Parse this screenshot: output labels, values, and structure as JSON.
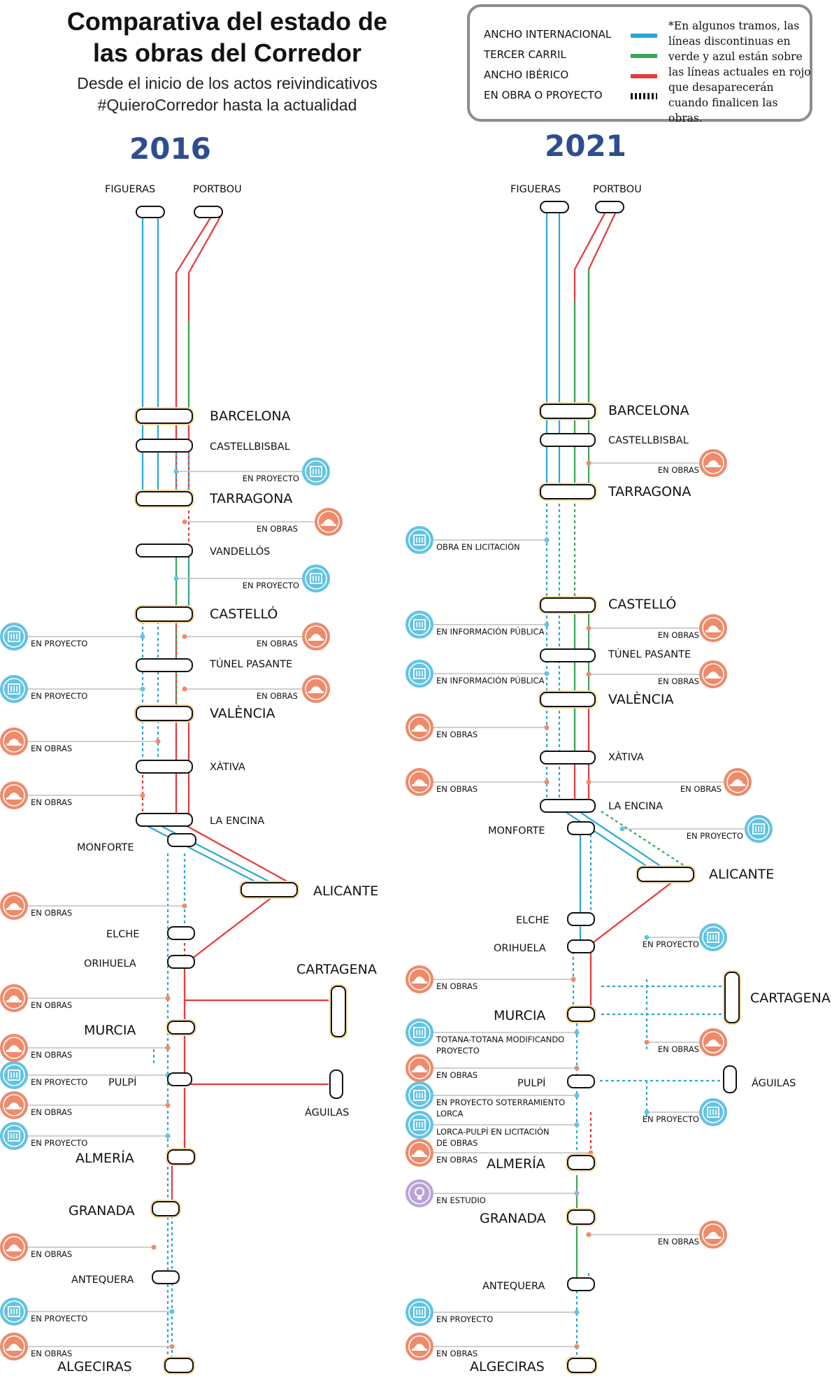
{
  "header": {
    "title_line1": "Comparativa del estado de",
    "title_line2": "las obras del Corredor",
    "subtitle_line1": "Desde el inicio de los actos reivindicativos",
    "subtitle_line2": "#QuieroCorredor hasta la actualidad"
  },
  "legend": {
    "items": [
      {
        "label": "ANCHO INTERNACIONAL",
        "color": "#2aa7d7",
        "style": "solid"
      },
      {
        "label": "TERCER CARRIL",
        "color": "#3aa655",
        "style": "solid"
      },
      {
        "label": "ANCHO IBÉRICO",
        "color": "#e5393b",
        "style": "solid"
      },
      {
        "label": "EN OBRA O PROYECTO",
        "color": "#111111",
        "style": "dashed"
      }
    ],
    "note": "*En algunos tramos, las líneas discontinuas en verde y azul están sobre las líneas actuales en rojo que desaparecerán cuando finalicen las obras."
  },
  "colors": {
    "international": "#2aa7d7",
    "third_rail": "#3aa655",
    "iberian": "#e5393b",
    "obras_badge": "#ef8a6a",
    "proyecto_badge": "#63c3e3",
    "estudio_badge": "#b9a3d6",
    "year": "#2e4d8f"
  },
  "diagram_2016": {
    "year": "2016",
    "stations": [
      "FIGUERAS",
      "PORTBOU",
      "BARCELONA",
      "CASTELLBISBAL",
      "TARRAGONA",
      "VANDELLÓS",
      "CASTELLÓ",
      "TÚNEL PASANTE",
      "VALÈNCIA",
      "XÀTIVA",
      "LA ENCINA",
      "MONFORTE",
      "ALICANTE",
      "ELCHE",
      "ORIHUELA",
      "CARTAGENA",
      "MURCIA",
      "PULPÍ",
      "ÁGUILAS",
      "ALMERÍA",
      "GRANADA",
      "ANTEQUERA",
      "ALGECIRAS"
    ],
    "statuses": [
      {
        "text": "EN PROYECTO",
        "badge": "proyecto"
      },
      {
        "text": "EN OBRAS",
        "badge": "obras"
      },
      {
        "text": "EN PROYECTO",
        "badge": "proyecto"
      },
      {
        "text": "EN PROYECTO",
        "badge": "proyecto"
      },
      {
        "text": "EN OBRAS",
        "badge": "obras"
      },
      {
        "text": "EN PROYECTO",
        "badge": "proyecto"
      },
      {
        "text": "EN OBRAS",
        "badge": "obras"
      },
      {
        "text": "EN OBRAS",
        "badge": "obras"
      },
      {
        "text": "EN OBRAS",
        "badge": "obras"
      },
      {
        "text": "EN OBRAS",
        "badge": "obras"
      },
      {
        "text": "EN OBRAS",
        "badge": "obras"
      },
      {
        "text": "EN OBRAS",
        "badge": "obras"
      },
      {
        "text": "EN PROYECTO",
        "badge": "proyecto"
      },
      {
        "text": "EN OBRAS",
        "badge": "obras"
      },
      {
        "text": "EN PROYECTO",
        "badge": "proyecto"
      },
      {
        "text": "EN OBRAS",
        "badge": "obras"
      },
      {
        "text": "EN PROYECTO",
        "badge": "proyecto"
      },
      {
        "text": "EN OBRAS",
        "badge": "obras"
      }
    ]
  },
  "diagram_2021": {
    "year": "2021",
    "stations": [
      "FIGUERAS",
      "PORTBOU",
      "BARCELONA",
      "CASTELLBISBAL",
      "TARRAGONA",
      "CASTELLÓ",
      "TÚNEL PASANTE",
      "VALÈNCIA",
      "XÀTIVA",
      "LA ENCINA",
      "MONFORTE",
      "ALICANTE",
      "ELCHE",
      "ORIHUELA",
      "MURCIA",
      "CARTAGENA",
      "PULPÍ",
      "ÁGUILAS",
      "ALMERÍA",
      "GRANADA",
      "ANTEQUERA",
      "ALGECIRAS"
    ],
    "statuses": [
      {
        "text": "EN OBRAS",
        "badge": "obras"
      },
      {
        "text": "OBRA EN LICITACIÓN",
        "badge": "proyecto"
      },
      {
        "text": "EN INFORMACIÓN PÚBLICA",
        "badge": "proyecto"
      },
      {
        "text": "EN OBRAS",
        "badge": "obras"
      },
      {
        "text": "EN INFORMACIÓN PÚBLICA",
        "badge": "proyecto"
      },
      {
        "text": "EN OBRAS",
        "badge": "obras"
      },
      {
        "text": "EN OBRAS",
        "badge": "obras"
      },
      {
        "text": "EN OBRAS",
        "badge": "obras"
      },
      {
        "text": "EN OBRAS",
        "badge": "obras"
      },
      {
        "text": "EN PROYECTO",
        "badge": "proyecto"
      },
      {
        "text": "EN PROYECTO",
        "badge": "proyecto"
      },
      {
        "text": "EN OBRAS",
        "badge": "obras"
      },
      {
        "text": "EN OBRAS",
        "badge": "obras"
      },
      {
        "text": "TOTANA-TOTANA MODIFICANDO PROYECTO",
        "badge": "proyecto"
      },
      {
        "text": "EN OBRAS",
        "badge": "obras"
      },
      {
        "text": "EN PROYECTO",
        "badge": "proyecto"
      },
      {
        "text": "EN PROYECTO SOTERRAMIENTO LORCA",
        "badge": "proyecto"
      },
      {
        "text": "LORCA-PULPÍ EN LICITACIÓN DE OBRAS",
        "badge": "proyecto"
      },
      {
        "text": "EN OBRAS",
        "badge": "obras"
      },
      {
        "text": "EN ESTUDIO",
        "badge": "estudio"
      },
      {
        "text": "EN OBRAS",
        "badge": "obras"
      },
      {
        "text": "EN PROYECTO",
        "badge": "proyecto"
      },
      {
        "text": "EN OBRAS",
        "badge": "obras"
      }
    ]
  }
}
